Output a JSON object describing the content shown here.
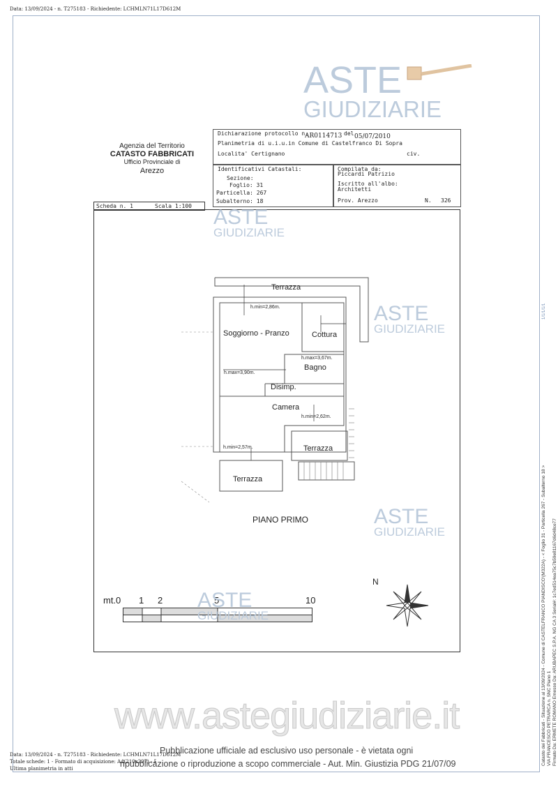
{
  "header_meta": "Data: 13/09/2024 - n. T275183 - Richiedente: LCHMLN71L17D612M",
  "agency": {
    "line1": "Agenzia del Territorio",
    "line2": "CATASTO FABBRICATI",
    "line3": "Ufficio Provinciale di",
    "line4": "Arezzo"
  },
  "declaration": {
    "protocol_label": "Dichiarazione protocollo n.",
    "protocol_value": "AR0114713",
    "date_label": "del",
    "date_value": "05/07/2010",
    "planimetry": "Planimetria di u.i.u.in Comune di Castelfranco Di Sopra",
    "locality": "Localita' Certignano",
    "civ": "civ."
  },
  "identifiers": {
    "title": "Identificativi Catastali:",
    "sezione": "Sezione:",
    "foglio": "Foglio: 31",
    "particella": "Particella: 267",
    "subalterno": "Subalterno: 18"
  },
  "compiler": {
    "title": "Compilata da:",
    "name": "Piccardi Patrizio",
    "albo_label": "Iscritto all'albo:",
    "albo_value": "Architetti",
    "prov": "Prov. Arezzo",
    "n_label": "N.",
    "n_value": "326"
  },
  "scheda": {
    "number": "Scheda n. 1",
    "scale": "Scala 1:100"
  },
  "rooms": {
    "terrazza_top": "Terrazza",
    "hmin_1": "h.min=2,86m.",
    "soggiorno": "Soggiorno - Pranzo",
    "cottura": "Cottura",
    "hmax_1": "h.max=3,67m.",
    "bagno": "Bagno",
    "hmax_2": "h.max=3,90m.",
    "disimp": "Disimp.",
    "camera": "Camera",
    "hmin_2": "h.min=2,62m.",
    "terrazza_right": "Terrazza",
    "hmin_3": "h.min=2,57m.",
    "terrazza_bottom": "Terrazza"
  },
  "floor_label": "PIANO PRIMO",
  "scale_bar": {
    "t0": "mt.0",
    "t1": "1",
    "t2": "2",
    "t5": "5",
    "t10": "10"
  },
  "north_label": "N",
  "watermark": {
    "aste": "ASTE",
    "giudiziarie": "GIUDIZIARIE",
    "url": "www.astegiudiziarie.it",
    "notice1": "Pubblicazione ufficiale ad esclusivo uso personale - è vietata ogni",
    "notice2": "ripubblicazione o riproduzione a scopo commerciale - Aut. Min. Giustizia PDG 21/07/09"
  },
  "footer": {
    "line1": "Data: 13/09/2024 - n. T275183 - Richiedente: LCHMLN71L17D612M",
    "line2": "Totale schede: 1 - Formato di acquisizione: A4(210x297) - Formato stampa richiesto: A4(210x297)",
    "line3": "Ultima planimetria in atti"
  },
  "side_text": {
    "right_small": "1/1/1/1/1",
    "vertical_1": "Catasto dei Fabbricati - Situazione al 13/09/2024 - Comune di CASTELFRANCO PIANDISCO'(M322A) - < Foglio 31 - Particella 267 - Subalterno 18 >",
    "vertical_2": "VIA FRANCESCO PETRARCA n. SNC Piano 1",
    "vertical_3": "Firmato Da: ERMETE ROMANO Emesso Da: ARUBAPEC S.P.A. NG CA 3 Serial#: 1c7ed514ea75c7b59e81167d6d48ce77"
  }
}
